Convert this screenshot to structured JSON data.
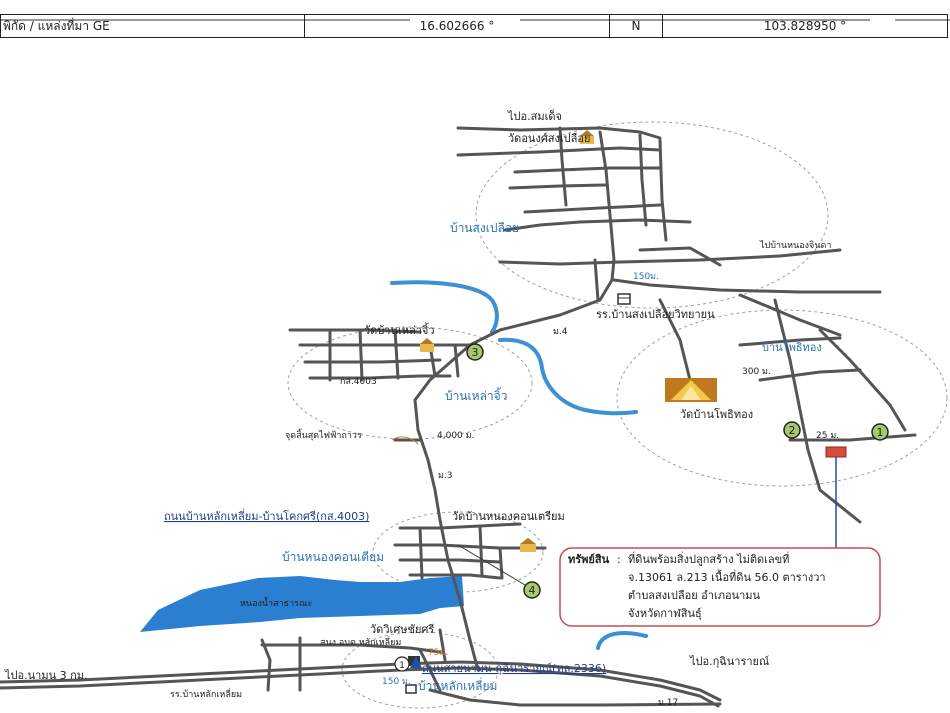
{
  "header": {
    "coord_label": "พิกัด / แหล่งที่มา  GE",
    "latitude": "16.602666 °",
    "hemisphere": "N",
    "longitude": "103.828950 °"
  },
  "labels": {
    "to_som_det": "ไปอ.สมเด็จ",
    "wat_nong_sang": "วัดอนงศ์สงเปลือย",
    "ban_song_plueai": "บ้านสงเปลือย",
    "to_ban_nong": "ไปบ้านหนองจินดา",
    "dist_150": "150ม.",
    "school_song_plueai": "รร.บ้านสงเปลือยวิทยายน",
    "village_4": "ม.4",
    "wat_lao_jiw": "วัดบ้านเหล่าจิ้ว",
    "ban_pho_thong": "บ้านโพธิทอง",
    "dist_300": "300 ม.",
    "road_4003_small": "กส.4003",
    "ban_lao_jiw": "บ้านเหล่าจิ้ว",
    "wat_pho_thong": "วัดบ้านโพธิทอง",
    "power_line_end": "จุดสิ้นสุดไฟฟ้าถาวร",
    "dist_4000": "4,000 ม.",
    "dist_25": "25 ม.",
    "village_3": "ม.3",
    "road_name": "ถนนบ้านหลักเหลี่ยม-บ้านโคกศรี(กส.4003)",
    "wat_nong_khon": "วัดบ้านหนองคอนเตรียม",
    "ban_nong_khon": "บ้านหนองคอนเตียม",
    "reservoir": "หนองน้ำสาธารณะ",
    "wat_wiset": "วัดวิเศษชัยศรี",
    "sno_office": "สนง.อบต.หลักเหลี่ยม",
    "dist_75": "75ม.",
    "to_na_mon": "ไปอ.นามน 3 กม.",
    "main_road": "ถนนสายนามน-กุฉินารายณ์(ทล.2336)",
    "to_kuchinarai": "ไปอ.กุฉินารายณ์",
    "dist_150b": "150 ม.",
    "ban_lak_liam": "บ้านหลักเหลี่ยม",
    "school_lak_liam": "รร.บ้านหลักเหลี่ยม",
    "village_17": "ม.17"
  },
  "markers": {
    "m1": "1",
    "m2": "2",
    "m3": "3",
    "m4": "4",
    "m1b": "1"
  },
  "property_box": {
    "label": "ทรัพย์สิน",
    "line1": "ที่ดินพร้อมสิ่งปลูกสร้าง ไม่ติดเลขที่",
    "line2": "จ.13061 ล.213 เนื้อที่ดิน 56.0 ตารางวา",
    "line3": "ตำบลสงเปลือย อำเภอนามน",
    "line4": "จังหวัดกาฬสินธุ์"
  },
  "colors": {
    "river": "#3d8fd6",
    "reservoir": "#2a7fd1",
    "road": "#555555",
    "circle": "#9a9a9a",
    "label_blue": "#2c73b5",
    "marker_fill": "#a8c86c",
    "box_border": "#c44d4d"
  }
}
